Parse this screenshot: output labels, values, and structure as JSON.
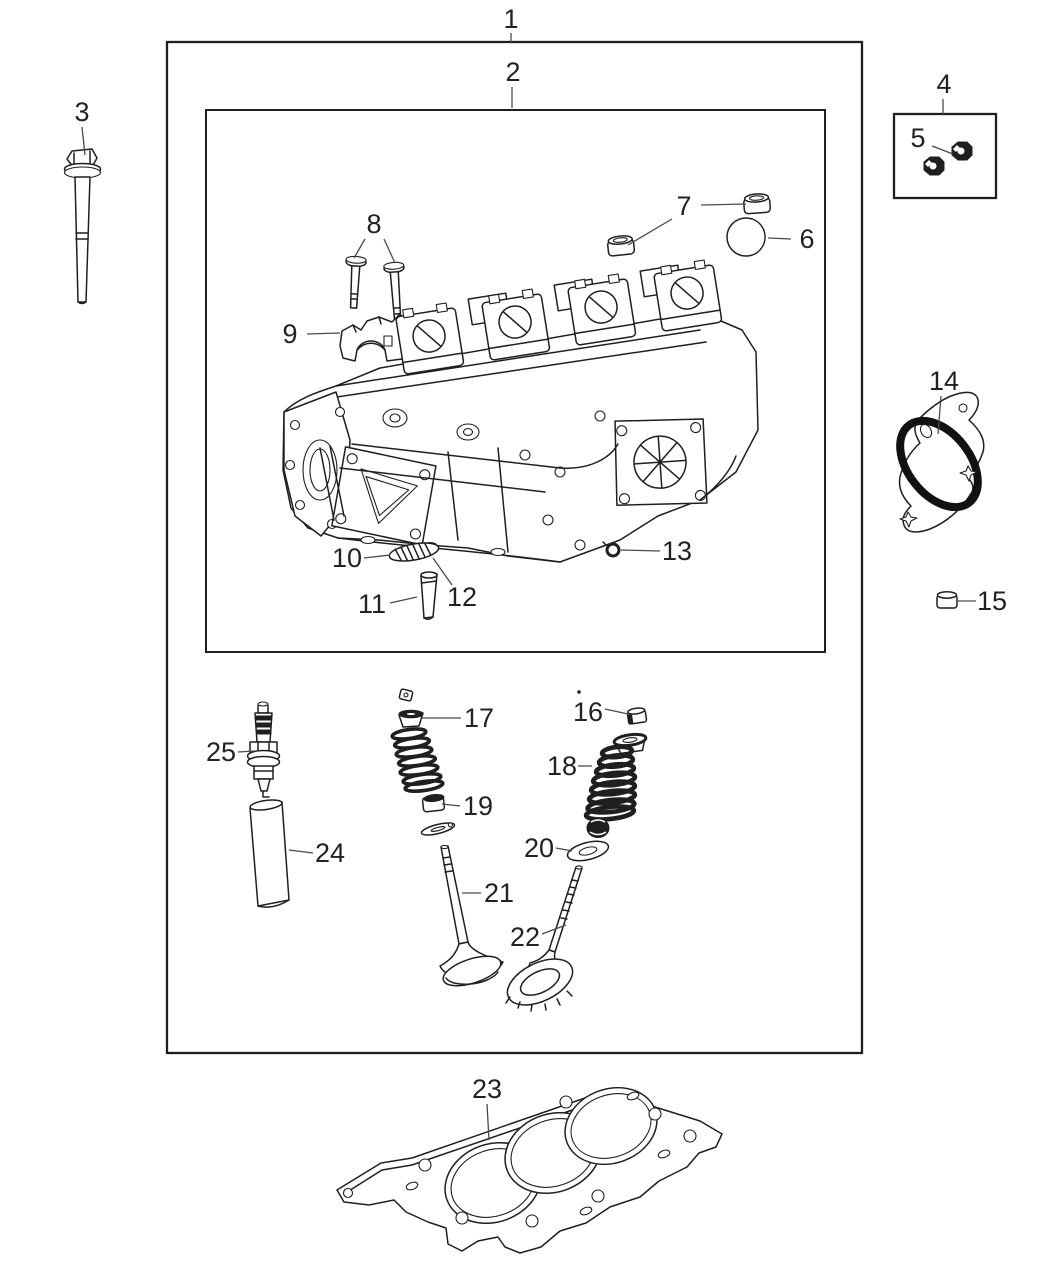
{
  "diagram": {
    "kind": "exploded-parts-diagram",
    "callouts": [
      {
        "n": "1"
      },
      {
        "n": "2"
      },
      {
        "n": "3"
      },
      {
        "n": "4"
      },
      {
        "n": "5"
      },
      {
        "n": "6"
      },
      {
        "n": "7"
      },
      {
        "n": "8"
      },
      {
        "n": "9"
      },
      {
        "n": "10"
      },
      {
        "n": "11"
      },
      {
        "n": "12"
      },
      {
        "n": "13"
      },
      {
        "n": "14"
      },
      {
        "n": "15"
      },
      {
        "n": "16"
      },
      {
        "n": "17"
      },
      {
        "n": "18"
      },
      {
        "n": "19"
      },
      {
        "n": "20"
      },
      {
        "n": "21"
      },
      {
        "n": "22"
      },
      {
        "n": "23"
      },
      {
        "n": "24"
      },
      {
        "n": "25"
      }
    ]
  },
  "colors": {
    "line": "#1f1f1f",
    "leader": "#4a4a4a",
    "background": "#ffffff",
    "text": "#222222"
  }
}
